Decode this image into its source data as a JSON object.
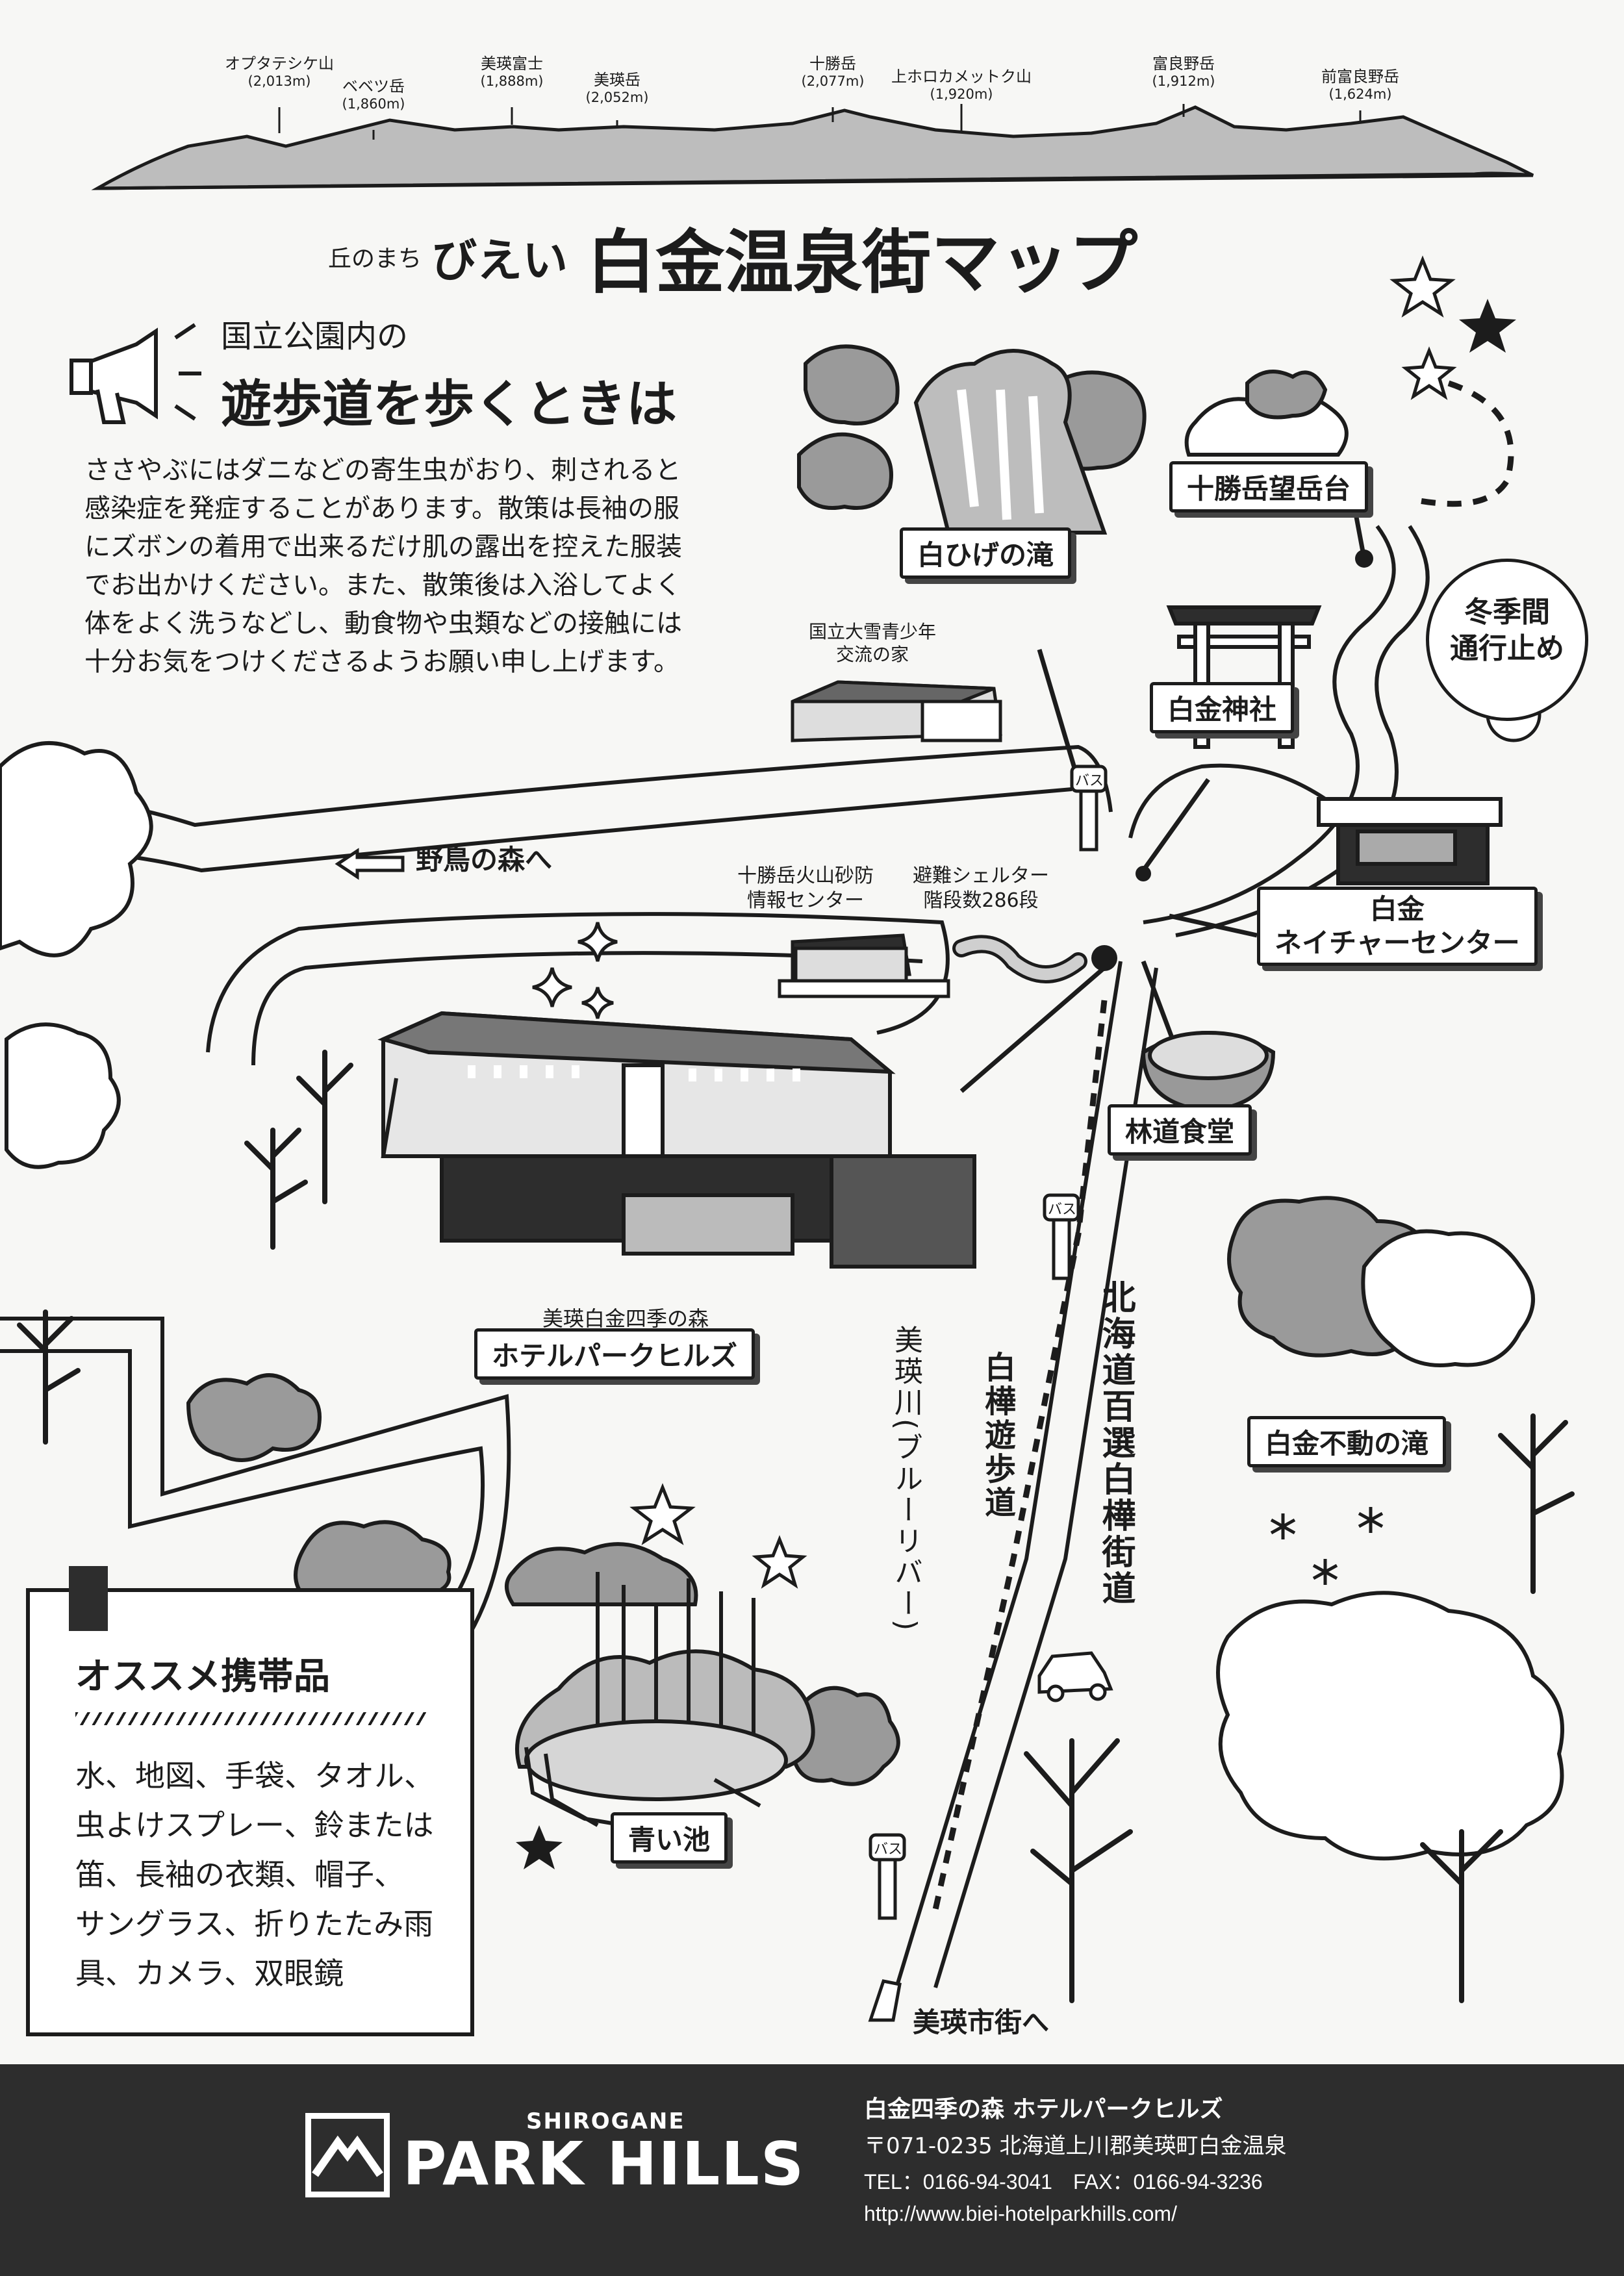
{
  "mountains": [
    {
      "name": "オプタテシケ山",
      "height": "(2,013m)"
    },
    {
      "name": "ベベツ岳",
      "height": "(1,860m)"
    },
    {
      "name": "美瑛富士",
      "height": "(1,888m)"
    },
    {
      "name": "美瑛岳",
      "height": "(2,052m)"
    },
    {
      "name": "十勝岳",
      "height": "(2,077m)"
    },
    {
      "name": "上ホロカメットク山",
      "height": "(1,920m)"
    },
    {
      "name": "富良野岳",
      "height": "(1,912m)"
    },
    {
      "name": "前富良野岳",
      "height": "(1,624m)"
    }
  ],
  "title": {
    "prefix": "丘のまち",
    "brand": "びえい",
    "main": "白金温泉街マップ"
  },
  "notice": {
    "line1": "国立公園内の",
    "line2": "遊歩道を歩くときは",
    "body": [
      "ささやぶにはダニなどの寄生虫がおり、刺されると",
      "感染症を発症することがあります。散策は長袖の服",
      "にズボンの着用で出来るだけ肌の露出を控えた服装",
      "でお出かけください。また、散策後は入浴してよく",
      "体をよく洗うなどし、動食物や虫類などの接触には",
      "十分お気をつけくださるようお願い申し上げます。"
    ]
  },
  "places": {
    "tokachi_view": "十勝岳望岳台",
    "shirohige": "白ひげの滝",
    "winter_closed_1": "冬季間",
    "winter_closed_2": "通行止め",
    "youth_house_1": "国立大雪青少年",
    "youth_house_2": "交流の家",
    "shrine": "白金神社",
    "bus": "バス",
    "yachoo": "野鳥の森へ",
    "sabo_1": "十勝岳火山砂防",
    "sabo_2": "情報センター",
    "shelter_1": "避難シェルター",
    "shelter_2": "階段数286段",
    "nature_1": "白金",
    "nature_2": "ネイチャーセンター",
    "rindo": "林道食堂",
    "hotel_sub": "美瑛白金四季の森",
    "hotel": "ホテルパークヒルズ",
    "blue_river": "美瑛川(ブルーリバー)",
    "birch_path": "白樺遊歩道",
    "birch_road": "北海道百選白樺街道",
    "fudo": "白金不動の滝",
    "aoi": "青い池",
    "to_city": "美瑛市街へ"
  },
  "items": {
    "title": "オススメ携帯品",
    "lines": [
      "水、地図、手袋、タオル、",
      "虫よけスプレー、鈴または",
      "笛、長袖の衣類、帽子、",
      "サングラス、折りたたみ雨",
      "具、カメラ、双眼鏡"
    ]
  },
  "footer": {
    "logo_small": "SHIROGANE",
    "logo_big": "PARK HILLS",
    "name": "白金四季の森 ホテルパークヒルズ",
    "address": "〒071-0235 北海道上川郡美瑛町白金温泉",
    "tel": "TEL：0166-94-3041　FAX：0166-94-3236",
    "url": "http://www.biei-hotelparkhills.com/"
  }
}
